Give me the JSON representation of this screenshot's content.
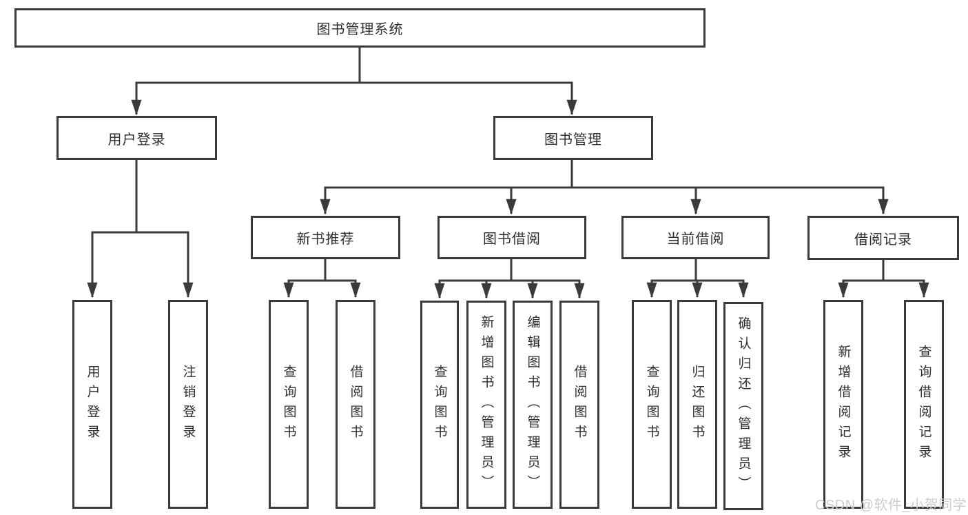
{
  "root": {
    "label": "图书管理系统"
  },
  "level2": {
    "user_login": {
      "label": "用户登录"
    },
    "book_management": {
      "label": "图书管理"
    }
  },
  "level3": {
    "new_book_recommend": {
      "label": "新书推荐"
    },
    "book_borrowing": {
      "label": "图书借阅"
    },
    "current_borrowing": {
      "label": "当前借阅"
    },
    "borrowing_records": {
      "label": "借阅记录"
    }
  },
  "leaves": {
    "user_login": {
      "label": "用户登录"
    },
    "logout": {
      "label": "注销登录"
    },
    "recommend_query_books": {
      "label": "查询图书"
    },
    "recommend_borrow_books": {
      "label": "借阅图书"
    },
    "borrow_query_books": {
      "label": "查询图书"
    },
    "borrow_add_books_admin": {
      "label": "新增图书（管理员）"
    },
    "borrow_edit_books_admin": {
      "label": "编辑图书（管理员）"
    },
    "borrow_borrow_books": {
      "label": "借阅图书"
    },
    "current_query_books": {
      "label": "查询图书"
    },
    "current_return_books": {
      "label": "归还图书"
    },
    "current_confirm_return_admin": {
      "label": "确认归还（管理员）"
    },
    "records_add_record": {
      "label": "新增借阅记录"
    },
    "records_query_record": {
      "label": "查询借阅记录"
    }
  },
  "watermark": {
    "text": "CSDN @软件_小贺同学"
  },
  "colors": {
    "line": "#3a3a3a",
    "text": "#2d2d2d",
    "background": "#ffffff",
    "watermark": "#cccccc"
  }
}
